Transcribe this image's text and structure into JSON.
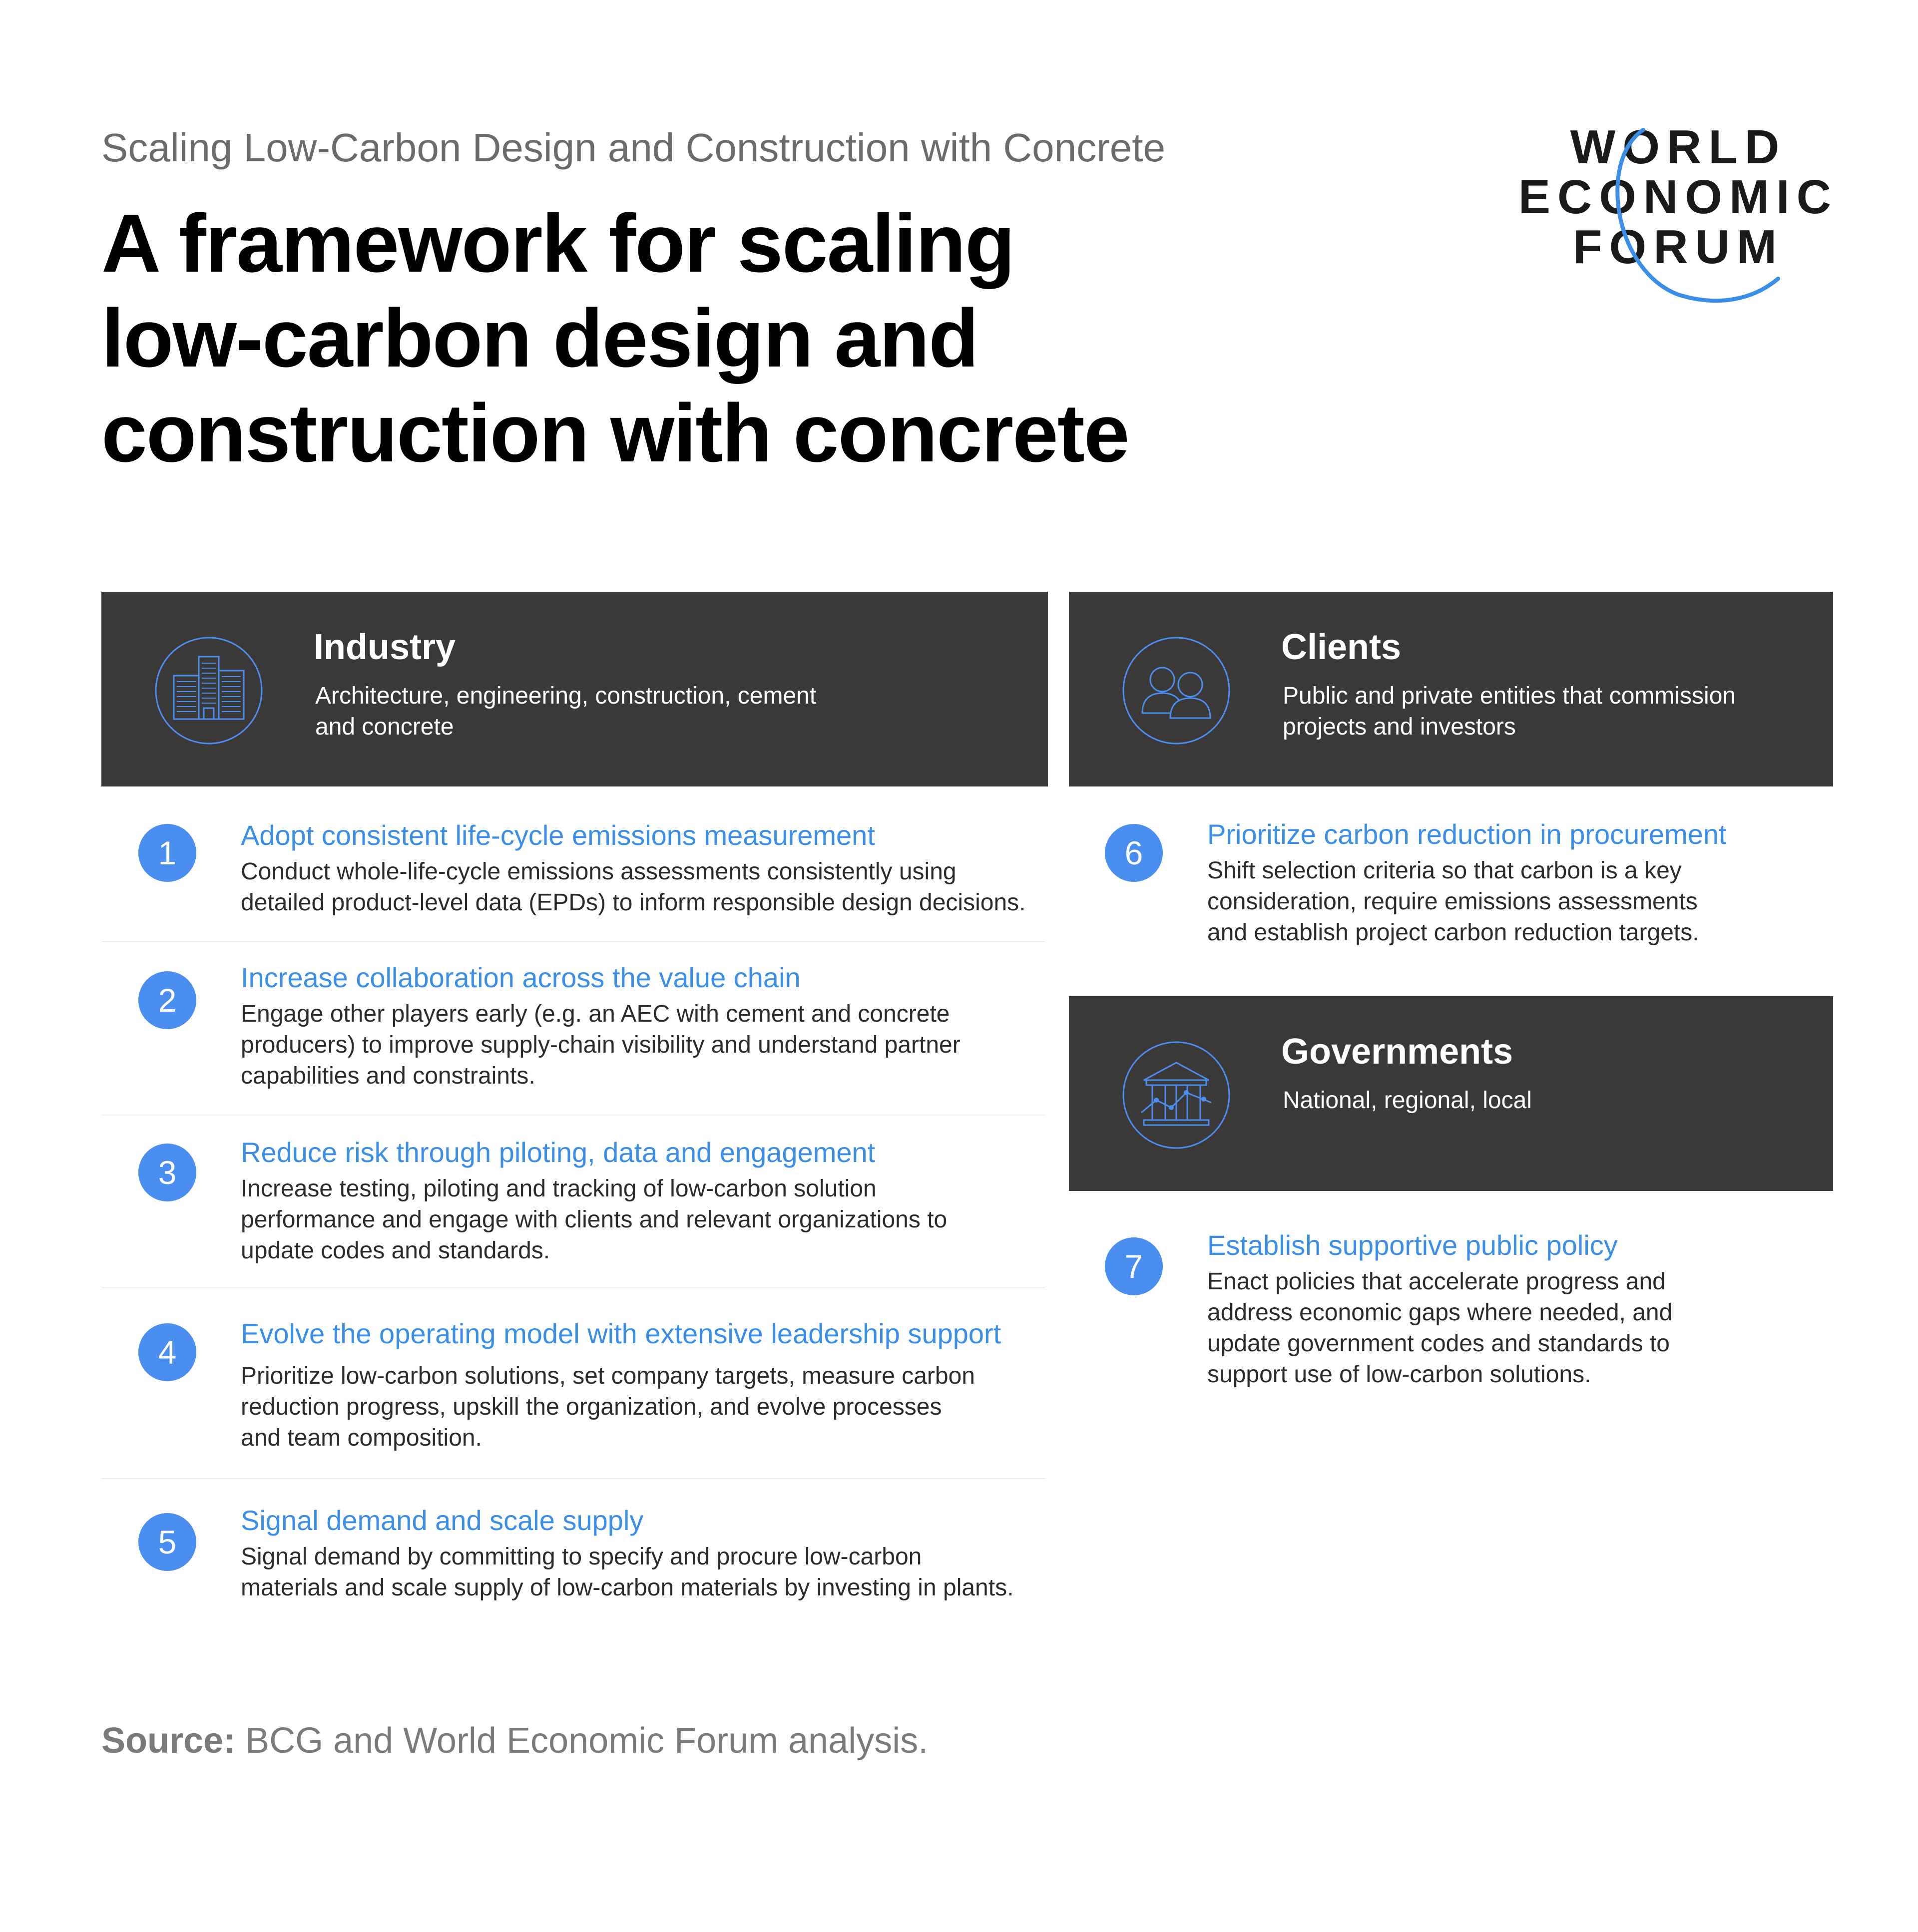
{
  "header": {
    "kicker": "Scaling Low-Carbon Design and Construction with Concrete",
    "title_lines": [
      "A framework for scaling",
      "low-carbon design and",
      "construction with concrete"
    ]
  },
  "logo": {
    "lines": [
      "WORLD",
      "ECONOMIC",
      "FORUM"
    ],
    "accent_color": "#3a8ee8"
  },
  "panels": {
    "industry": {
      "title": "Industry",
      "description_lines": [
        "Architecture, engineering, construction, cement",
        "and concrete"
      ],
      "icon": "buildings-icon"
    },
    "clients": {
      "title": "Clients",
      "description_lines": [
        "Public and private entities that commission",
        "projects and investors"
      ],
      "icon": "people-icon"
    },
    "governments": {
      "title": "Governments",
      "description_lines": [
        "National, regional, local"
      ],
      "icon": "government-building-icon"
    }
  },
  "items": [
    {
      "number": "1",
      "title": "Adopt consistent life-cycle emissions measurement",
      "lines": [
        "Conduct whole-life-cycle emissions assessments consistently using",
        "detailed product-level data (EPDs) to inform responsible design decisions."
      ]
    },
    {
      "number": "2",
      "title": "Increase collaboration across the value chain",
      "lines": [
        "Engage other players early (e.g. an AEC with cement and concrete",
        "producers) to improve supply-chain visibility and understand partner",
        "capabilities and constraints."
      ]
    },
    {
      "number": "3",
      "title": "Reduce risk through piloting, data and engagement",
      "lines": [
        "Increase testing, piloting and tracking of low-carbon solution",
        "performance and engage with clients and relevant organizations to",
        "update codes and standards."
      ]
    },
    {
      "number": "4",
      "title": "Evolve the operating model with extensive leadership support",
      "lines": [
        "Prioritize low-carbon solutions, set company targets, measure carbon",
        "reduction progress, upskill the organization, and evolve processes",
        "and team composition."
      ]
    },
    {
      "number": "5",
      "title": "Signal demand and scale supply",
      "lines": [
        "Signal demand by committing to specify and procure low-carbon",
        "materials and scale supply of low-carbon materials by investing in plants."
      ]
    },
    {
      "number": "6",
      "title": "Prioritize carbon reduction in procurement",
      "lines": [
        "Shift selection criteria so that carbon is a key",
        "consideration, require emissions assessments",
        "and establish project carbon reduction targets."
      ]
    },
    {
      "number": "7",
      "title": "Establish supportive public policy",
      "lines": [
        "Enact policies that accelerate progress and",
        "address economic gaps where needed, and",
        "update government codes and standards to",
        "support use of low-carbon solutions."
      ]
    }
  ],
  "source": {
    "label": "Source:",
    "text": " BCG and World Economic Forum analysis."
  },
  "colors": {
    "panel_bg": "#3a3938",
    "accent_blue": "#3a8ee8",
    "number_circle": "#4a8ef0"
  }
}
